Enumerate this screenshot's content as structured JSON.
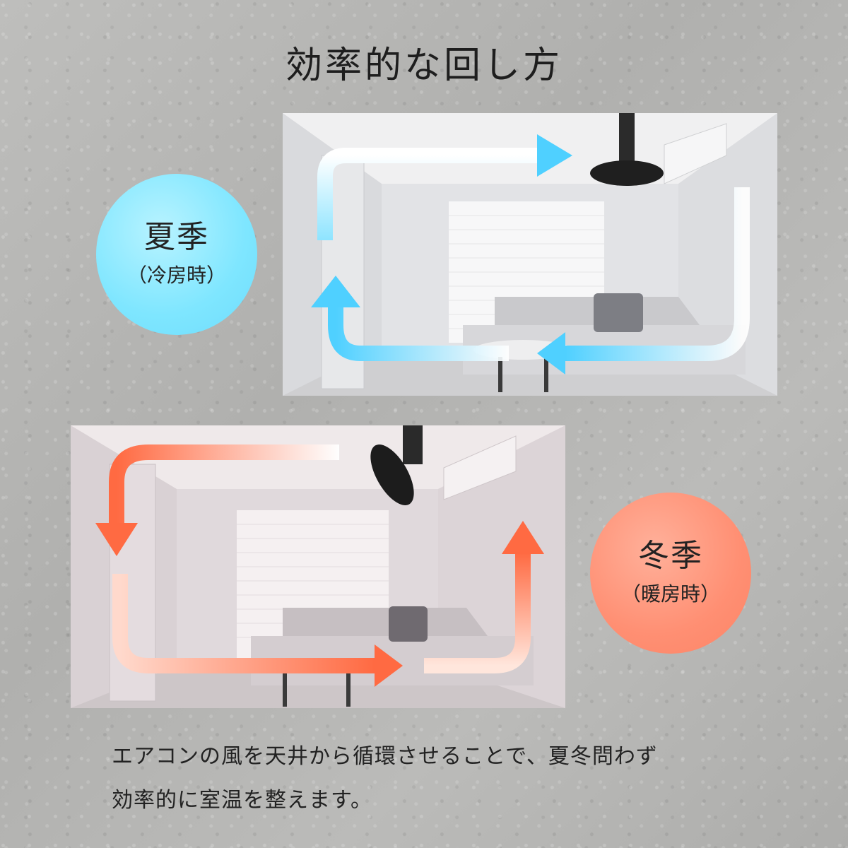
{
  "title": "効率的な回し方",
  "summer": {
    "name": "夏季",
    "sub": "（冷房時）",
    "arrow_color": "#5ad2ff"
  },
  "winter": {
    "name": "冬季",
    "sub": "（暖房時）",
    "arrow_color": "#ff6e4a"
  },
  "description": {
    "line1": "エアコンの風を天井から循環させることで、夏冬問わず",
    "line2": "効率的に室温を整えます。"
  }
}
